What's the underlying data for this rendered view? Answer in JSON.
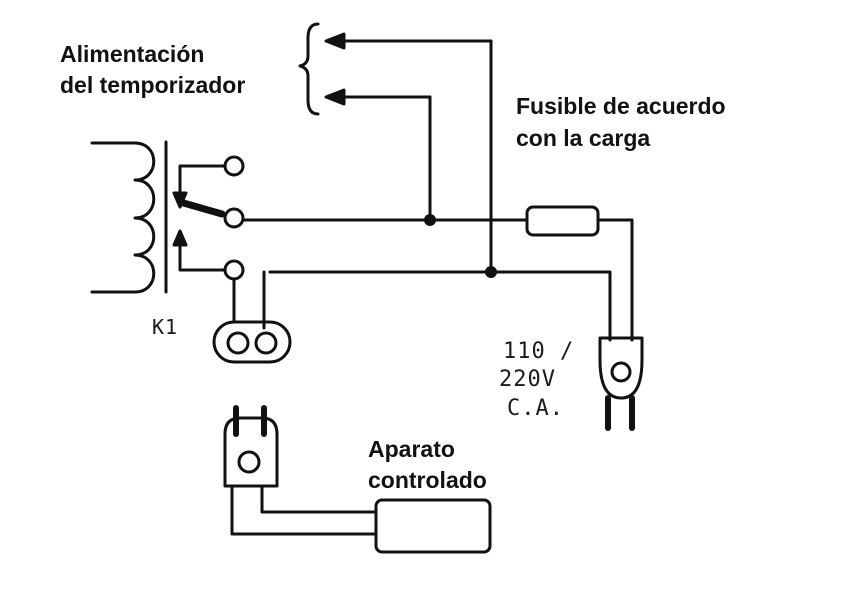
{
  "labels": {
    "timer_power_line1": "Alimentación",
    "timer_power_line2": "del temporizador",
    "fuse_line1": "Fusible de acuerdo",
    "fuse_line2": "con la carga",
    "relay_id": "K1",
    "voltage_line1": "110 /",
    "voltage_line2": "220V",
    "voltage_line3": "C.A.",
    "device_line1": "Aparato",
    "device_line2": "controlado"
  },
  "colors": {
    "ink": "#111111",
    "background": "#ffffff"
  }
}
